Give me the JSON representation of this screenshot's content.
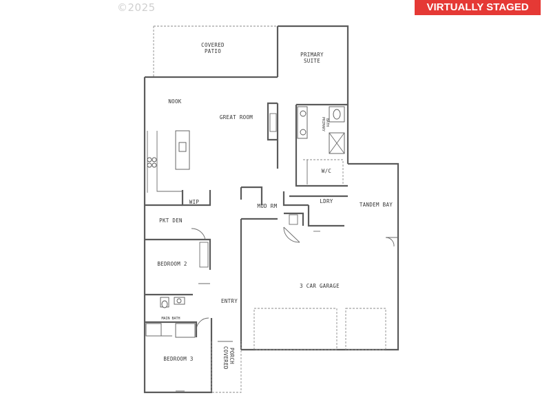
{
  "copyright": "©2025",
  "badge": "VIRTUALLY STAGED",
  "rooms": {
    "covered_patio": [
      "COVERED",
      "PATIO"
    ],
    "primary_suite": [
      "PRIMARY",
      "SUITE"
    ],
    "nook": "NOOK",
    "great_room": "GREAT ROOM",
    "primary_bath": [
      "PRIMARY",
      "BATH"
    ],
    "wic": "W/C",
    "wip": "WIP",
    "mud_rm": "MUD RM",
    "ldry": "LDRY",
    "tandem_bay": "TANDEM BAY",
    "pkt_den": "PKT DEN",
    "bedroom_2": "BEDROOM 2",
    "garage": "3 CAR GARAGE",
    "entry": "ENTRY",
    "main_bath": "MAIN BATH",
    "bedroom_3": "BEDROOM 3",
    "covered_porch": [
      "COVERED",
      "PORCH"
    ]
  }
}
